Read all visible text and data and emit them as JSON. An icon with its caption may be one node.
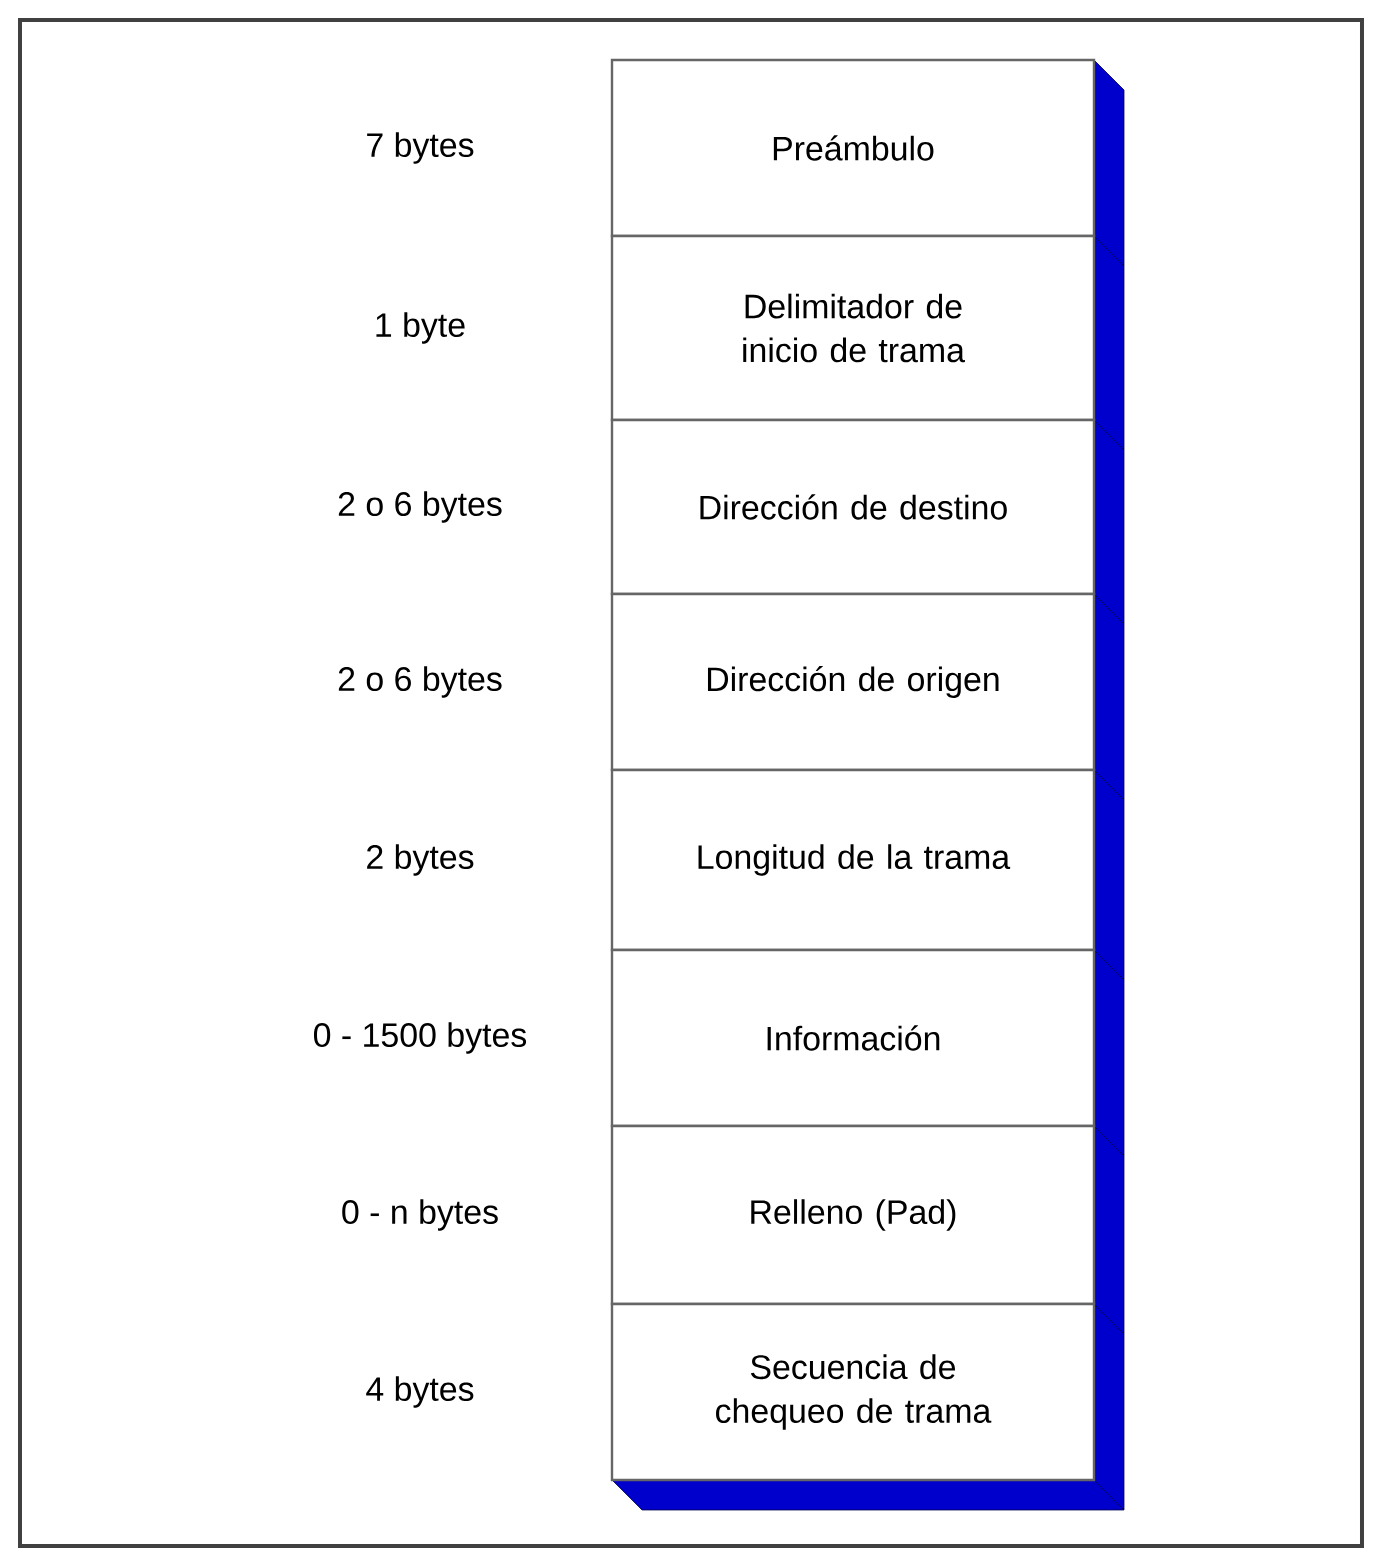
{
  "diagram": {
    "nodes": [
      {
        "text": [
          "Preámbulo"
        ]
      },
      {
        "text": [
          "Delimitador de inicio de trama"
        ]
      },
      {
        "text": [
          "Dirección de destino"
        ]
      },
      {
        "text": [
          "Dirección de origen"
        ]
      },
      {
        "text": [
          "Longitud de la trama"
        ]
      },
      {
        "text": [
          "Información"
        ]
      },
      {
        "text": [
          "Relleno (Pad)"
        ]
      },
      {
        "text": [
          "Secuencia de chequeo de trama"
        ]
      }
    ],
    "labels": [
      "7 bytes",
      "1 byte",
      "2 o 6 bytes",
      "2 o 6 bytes",
      "2 bytes",
      "0 - 1500 bytes",
      "0 - n bytes",
      "4 bytes"
    ]
  }
}
